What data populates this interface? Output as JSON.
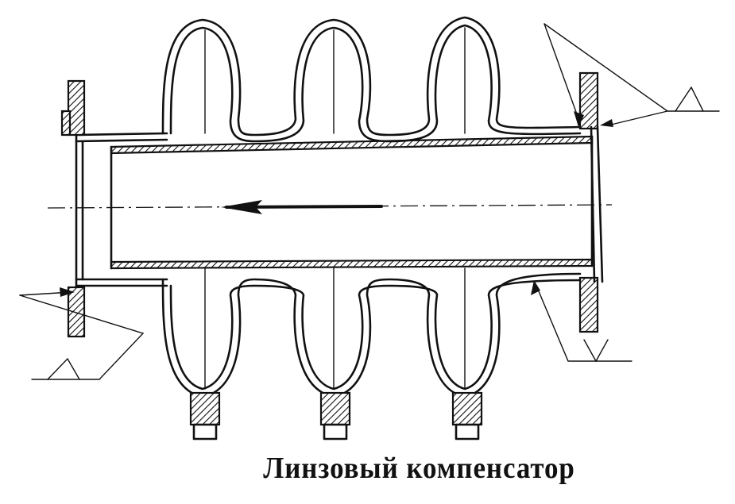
{
  "caption": "Линзовый компенсатор",
  "diagram": {
    "lens_count": 3,
    "flow_direction": "left",
    "weld_symbols": 3,
    "colors": {
      "ink": "#111111",
      "paper": "#ffffff"
    },
    "icons": [
      "flow-arrow-icon",
      "weld-symbol-icon"
    ]
  }
}
